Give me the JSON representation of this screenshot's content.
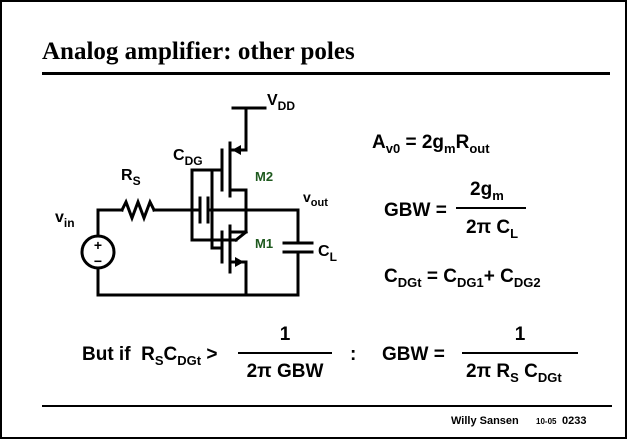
{
  "slide": {
    "title": "Analog amplifier: other poles",
    "footer": {
      "author": "Willy Sansen",
      "date": "10-05",
      "page": "0233"
    }
  },
  "schematic": {
    "vdd": {
      "main": "V",
      "sub": "DD"
    },
    "cdg": {
      "main": "C",
      "sub": "DG"
    },
    "rs": {
      "main": "R",
      "sub": "S"
    },
    "vin": {
      "main": "v",
      "sub": "in"
    },
    "vout": {
      "main": "v",
      "sub": "out"
    },
    "m1": "M1",
    "m2": "M2",
    "cl": {
      "main": "C",
      "sub": "L"
    },
    "source_plus": "+",
    "source_minus": "−"
  },
  "equations": {
    "gain": {
      "a": "A",
      "a_sub": "v0",
      "eq": " = 2g",
      "gm_sub": "m",
      "r": "R",
      "r_sub": "out"
    },
    "gbw": {
      "lhs": "GBW =",
      "num_main": "2g",
      "num_sub": "m",
      "den_pi": "2π ",
      "den_c": "C",
      "den_c_sub": "L"
    },
    "cdgt": {
      "c1": "C",
      "c1_sub": "DGt",
      "eq": " = ",
      "c2": "C",
      "c2_sub": "DG1",
      "plus": "+ ",
      "c3": "C",
      "c3_sub": "DG2"
    },
    "condition": {
      "prefix": "But if  ",
      "r": "R",
      "r_sub": "S",
      "c": "C",
      "c_sub": "DGt",
      "gt": " >",
      "num": "1",
      "den": "2π GBW",
      "colon": ":"
    },
    "gbw2": {
      "lhs": "GBW =",
      "num": "1",
      "den_pi": "2π ",
      "den_r": "R",
      "den_r_sub": "S",
      "den_c": " C",
      "den_c_sub": "DGt"
    }
  },
  "colors": {
    "text": "#000000",
    "device_label": "#1f5a1f",
    "background": "#ffffff"
  }
}
